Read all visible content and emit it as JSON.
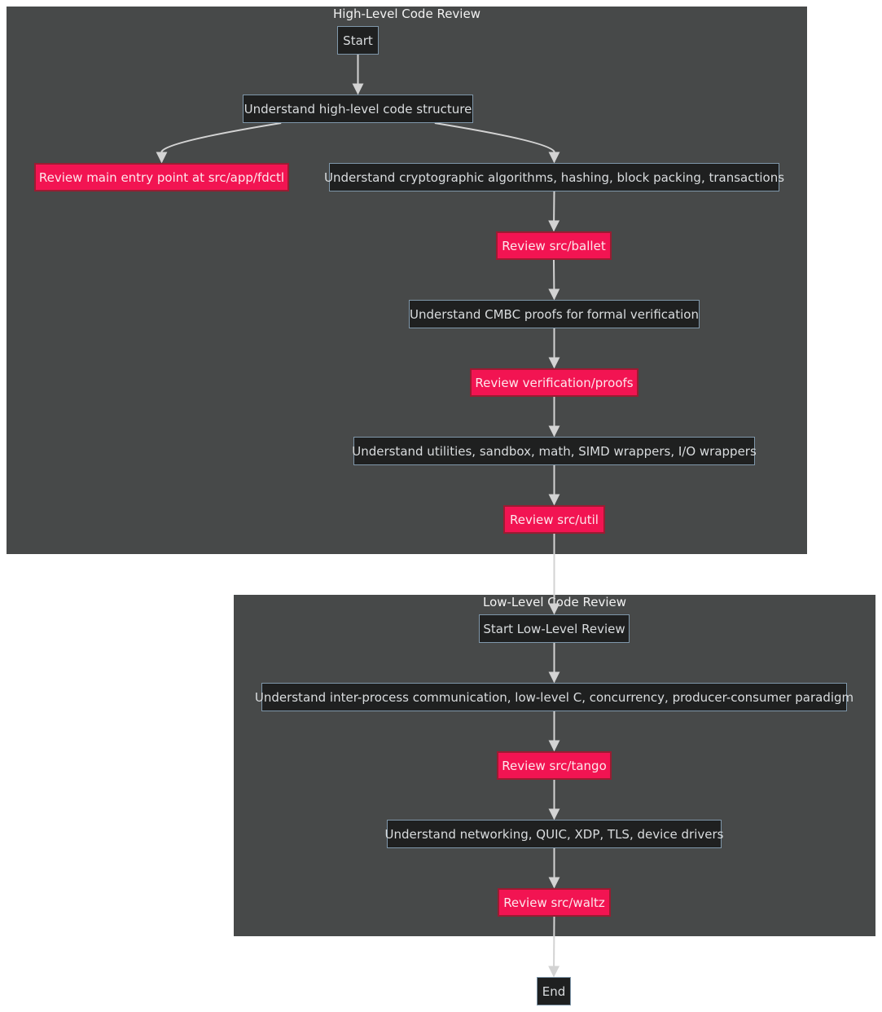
{
  "clusters": {
    "high": {
      "title": "High-Level Code Review"
    },
    "low": {
      "title": "Low-Level Code Review"
    }
  },
  "nodes": {
    "start": "Start",
    "hl_structure": "Understand high-level code structure",
    "review_fdctl": "Review main entry point at src/app/fdctl",
    "crypto": "Understand cryptographic algorithms, hashing, block packing, transactions",
    "review_ballet": "Review src/ballet",
    "cmbc": "Understand CMBC proofs for formal verification",
    "review_proofs": "Review verification/proofs",
    "utilities": "Understand utilities, sandbox, math, SIMD wrappers, I/O wrappers",
    "review_util": "Review src/util",
    "start_low": "Start Low-Level Review",
    "ipc": "Understand inter-process communication, low-level C, concurrency, producer-consumer paradigm",
    "review_tango": "Review src/tango",
    "networking": "Understand networking, QUIC, XDP, TLS, device drivers",
    "review_waltz": "Review src/waltz",
    "end": "End"
  },
  "edges": [
    [
      "start",
      "hl_structure"
    ],
    [
      "hl_structure",
      "review_fdctl"
    ],
    [
      "hl_structure",
      "crypto"
    ],
    [
      "crypto",
      "review_ballet"
    ],
    [
      "review_ballet",
      "cmbc"
    ],
    [
      "cmbc",
      "review_proofs"
    ],
    [
      "review_proofs",
      "utilities"
    ],
    [
      "utilities",
      "review_util"
    ],
    [
      "review_util",
      "start_low"
    ],
    [
      "start_low",
      "ipc"
    ],
    [
      "ipc",
      "review_tango"
    ],
    [
      "review_tango",
      "networking"
    ],
    [
      "networking",
      "review_waltz"
    ],
    [
      "review_waltz",
      "end"
    ]
  ],
  "colors": {
    "cluster_bg": "#474949",
    "step_fill": "#1f2020",
    "step_border": "#7f97aa",
    "review_fill": "#f21452",
    "review_border": "#9a1c32",
    "edge": "#d3d3d3"
  }
}
